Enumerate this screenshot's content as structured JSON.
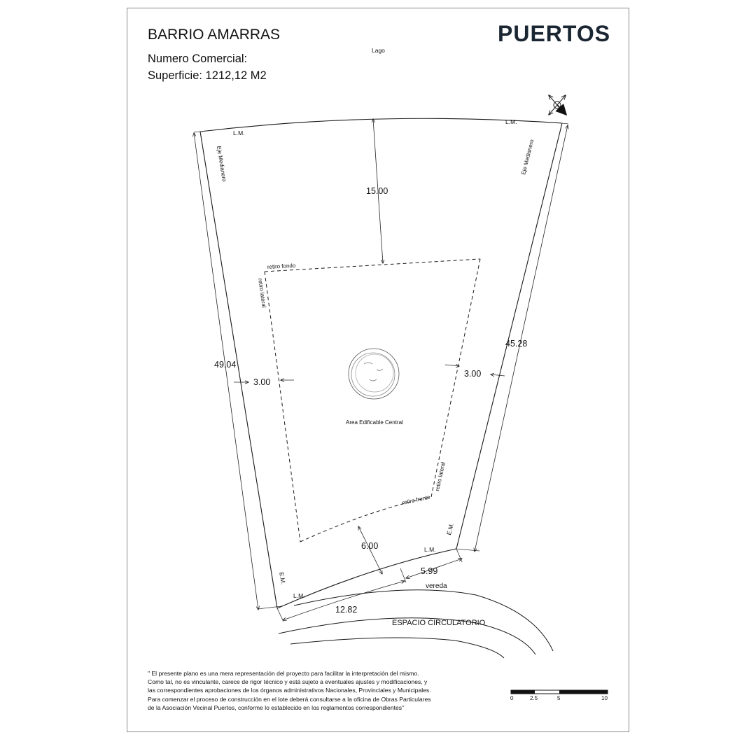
{
  "header": {
    "title": "BARRIO AMARRAS",
    "numero_comercial": "Numero Comercial:",
    "superficie": "Superficie: 1212,12 M2",
    "logo_text": "PUERTOS"
  },
  "plan": {
    "lake_label": "Lago",
    "lm_labels": [
      "L.M.",
      "L.M.",
      "L.M.",
      "L.M."
    ],
    "em_labels": [
      "E.M.",
      "E.M."
    ],
    "eje_medianero": [
      "Eje Medianero",
      "Eje Medianero"
    ],
    "retiro_fondo": "retiro fondo",
    "retiro_lateral": [
      "retiro lateral",
      "retiro lateral"
    ],
    "retiro_frente": "retiro frente",
    "area_label": "Area Edificable Central",
    "dimensions": {
      "rear_setback": "15.00",
      "left_side": "49.04",
      "right_side": "45.28",
      "left_setback": "3.00",
      "right_setback": "3.00",
      "front_setback": "6.00",
      "front_right": "5.99",
      "front_left": "12.82"
    },
    "vereda": "vereda",
    "espacio_circulatorio": "ESPACIO CIRCULATORIO"
  },
  "scale_bar": {
    "ticks": [
      "0",
      "2.5",
      "5",
      "10"
    ]
  },
  "disclaimer": [
    "\" El presente plano es una mera representación del proyecto para facilitar la interpretación del mismo.",
    "Como tal, no es vinculante, carece de rigor técnico y está sujeto a eventuales ajustes y modificaciones, y",
    "las correspondientes aprobaciones de los órganos administrativos Nacionales, Provinciales y Municipales.",
    "Para comenzar el proceso de construcción en el lote deberá consultarse a la oficina de Obras Particulares",
    "de la Asociación Vecinal Puertos, conforme lo establecido en los reglamentos correspondientes\""
  ]
}
